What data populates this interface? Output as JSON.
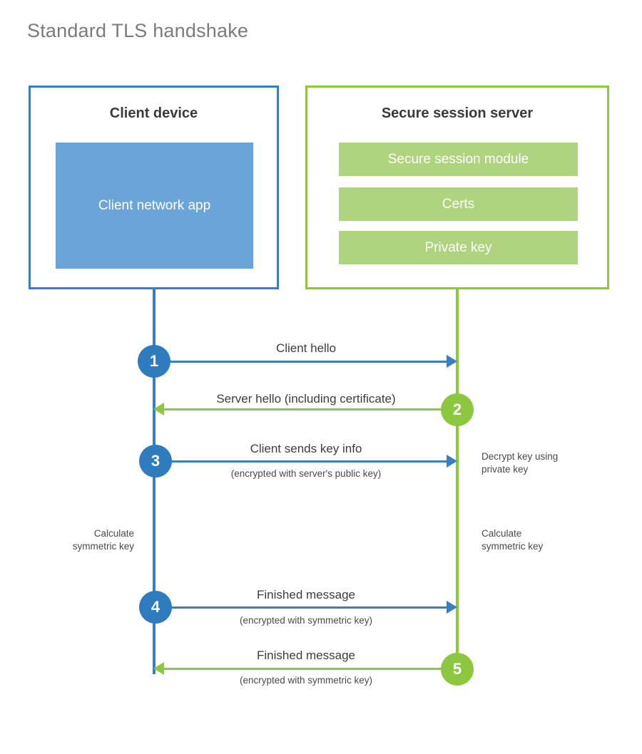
{
  "title": "Standard TLS handshake",
  "colors": {
    "client_accent": "#3b7dc0",
    "client_circle": "#2e7cbd",
    "client_component_fill": "#6ba4d8",
    "server_accent": "#8dc63f",
    "server_component_fill": "#aed47f",
    "title_text": "#7b7b7b",
    "body_text": "#3d3d3d",
    "background": "#ffffff"
  },
  "parties": {
    "client": {
      "title": "Client device",
      "components": [
        {
          "label": "Client network app"
        }
      ]
    },
    "server": {
      "title": "Secure session server",
      "components": [
        {
          "label": "Secure session module"
        },
        {
          "label": "Certs"
        },
        {
          "label": "Private key"
        }
      ]
    }
  },
  "steps": [
    {
      "number": "1",
      "label": "Client hello",
      "sub": "",
      "direction": "client-to-server",
      "color": "blue"
    },
    {
      "number": "2",
      "label": "Server hello (including certificate)",
      "sub": "",
      "direction": "server-to-client",
      "color": "green"
    },
    {
      "number": "3",
      "label": "Client sends key info",
      "sub": "(encrypted with server's public key)",
      "direction": "client-to-server",
      "color": "blue"
    },
    {
      "number": "4",
      "label": "Finished message",
      "sub": "(encrypted with symmetric key)",
      "direction": "client-to-server",
      "color": "blue"
    },
    {
      "number": "5",
      "label": "Finished message",
      "sub": "(encrypted with symmetric key)",
      "direction": "server-to-client",
      "color": "green"
    }
  ],
  "notes": {
    "server_decrypt": "Decrypt key using\nprivate key",
    "server_decrypt_line1": "Decrypt key using",
    "server_decrypt_line2": "private key",
    "client_calculate_line1": "Calculate",
    "client_calculate_line2": "symmetric key",
    "server_calculate_line1": "Calculate",
    "server_calculate_line2": "symmetric key"
  }
}
